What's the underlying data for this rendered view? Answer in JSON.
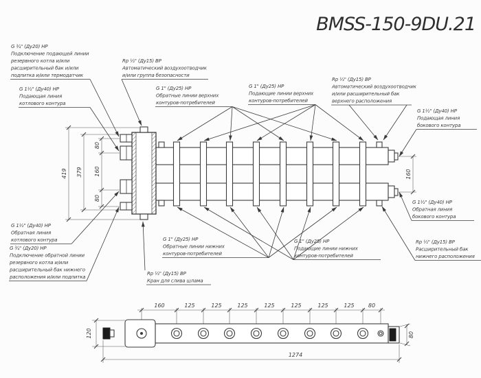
{
  "title": "BMSS-150-9DU.21",
  "annotations": {
    "reserve_supply": [
      "G ¾\" (Ду20) НР",
      "Подключение подающей линии",
      "резервного котла и/или",
      "расширительный бак и/или",
      "подпитка и/или термодатчик"
    ],
    "boiler_supply": [
      "G 1½\" (Ду40) НР",
      "Подающая линия",
      "котлового контура"
    ],
    "air_vent_safety": [
      "Rp ½\" (Ду15) ВР",
      "Автоматический воздухоотводчик",
      "и/или группа безопасности"
    ],
    "upper_return": [
      "G 1\" (Ду25) НР",
      "Обратные линии верхних",
      "контуров-потребителей"
    ],
    "upper_supply": [
      "G 1\" (Ду25) НР",
      "Подающие линии верхних",
      "контуров-потребителей"
    ],
    "air_vent_exp_top": [
      "Rp ½\" (Ду15) ВР",
      "Автоматический воздухоотводчик",
      "и/или расширительный бак",
      "верхнего расположения"
    ],
    "side_supply": [
      "G 1½\" (Ду40) НР",
      "Подающая линия",
      "бокового контура"
    ],
    "side_return": [
      "G 1½\" (Ду40) НР",
      "Обратная линия",
      "бокового контура"
    ],
    "exp_bottom": [
      "Rp ½\" (Ду15) ВР",
      "Расширительный бак",
      "нижнего расположения"
    ],
    "lower_return": [
      "G 1\" (Ду25) НР",
      "Обратные линии нижних",
      "контуров-потребителей"
    ],
    "lower_supply": [
      "G 1\" (Ду25) НР",
      "Подающие линии нижних",
      "контуров-потребителей"
    ],
    "boiler_return": [
      "G 1½\" (Ду40) НР",
      "Обратная линия",
      "котлового контура"
    ],
    "reserve_return": [
      "G ¾\" (Ду20) НР",
      "Подключение обратной линии",
      "резервного котла и/или",
      "расширительный бак нижнего",
      "расположения и/или подпитка"
    ],
    "drain_valve": [
      "Rp ½\" (Ду15) ВР",
      "Кран для слива шлама"
    ]
  },
  "dimensions": {
    "front_left_chain": [
      "80",
      "160",
      "80"
    ],
    "front_left_inner": "379",
    "front_left_overall": "419",
    "front_right_spacing": "160",
    "top_pitch": [
      "160",
      "125",
      "125",
      "125",
      "125",
      "125",
      "125",
      "125",
      "80"
    ],
    "top_overall": "1274",
    "top_block_width": "120",
    "top_end_width": "80"
  }
}
